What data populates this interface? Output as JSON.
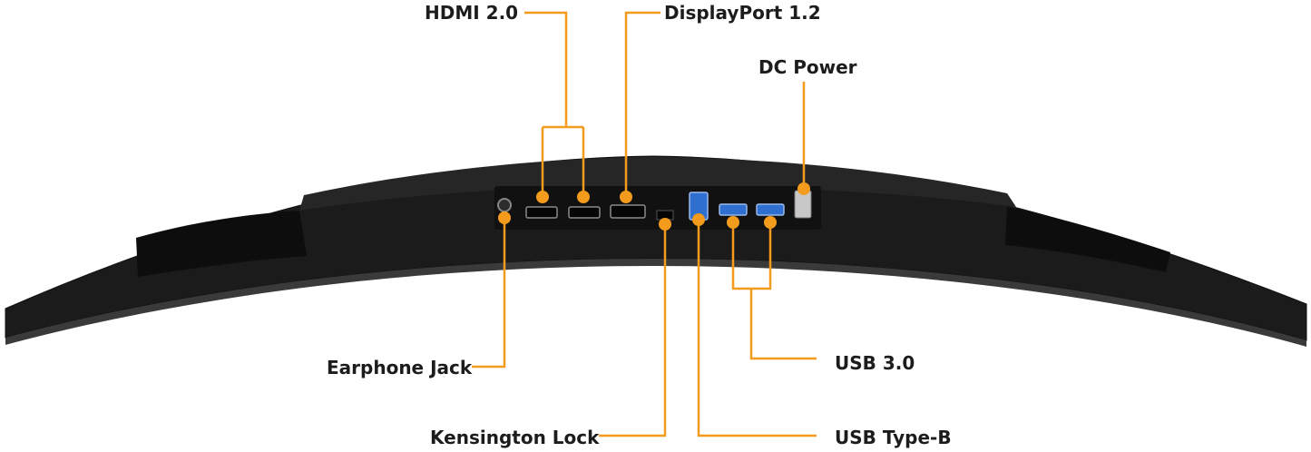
{
  "accent_color": "#f39b1d",
  "monitor_color": "#1d1d1d",
  "labels": {
    "hdmi": "HDMI 2.0",
    "displayport": "DisplayPort 1.2",
    "dc_power": "DC Power",
    "earphone": "Earphone Jack",
    "usb3": "USB 3.0",
    "kensington": "Kensington Lock",
    "usb_b": "USB Type-B"
  }
}
